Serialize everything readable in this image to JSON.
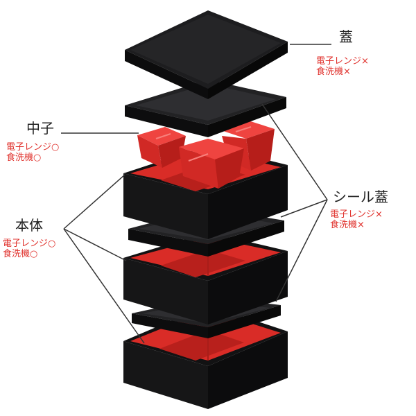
{
  "labels": {
    "lid": {
      "title": "蓋",
      "line1": "電子レンジ×",
      "line2": "食洗機×"
    },
    "inner_tray": {
      "title": "中子",
      "line1": "電子レンジ○",
      "line2": "食洗機○"
    },
    "body": {
      "title": "本体",
      "line1": "電子レンジ○",
      "line2": "食洗機○"
    },
    "seal_lid": {
      "title": "シール蓋",
      "line1": "電子レンジ×",
      "line2": "食洗機×"
    }
  },
  "colors": {
    "black_top": "#1d1d1f",
    "black_side": "#0f0f10",
    "red_inner": "#e0302b",
    "red_dark": "#b81f1c",
    "note_red": "#e0312c",
    "leader": "#333333"
  }
}
